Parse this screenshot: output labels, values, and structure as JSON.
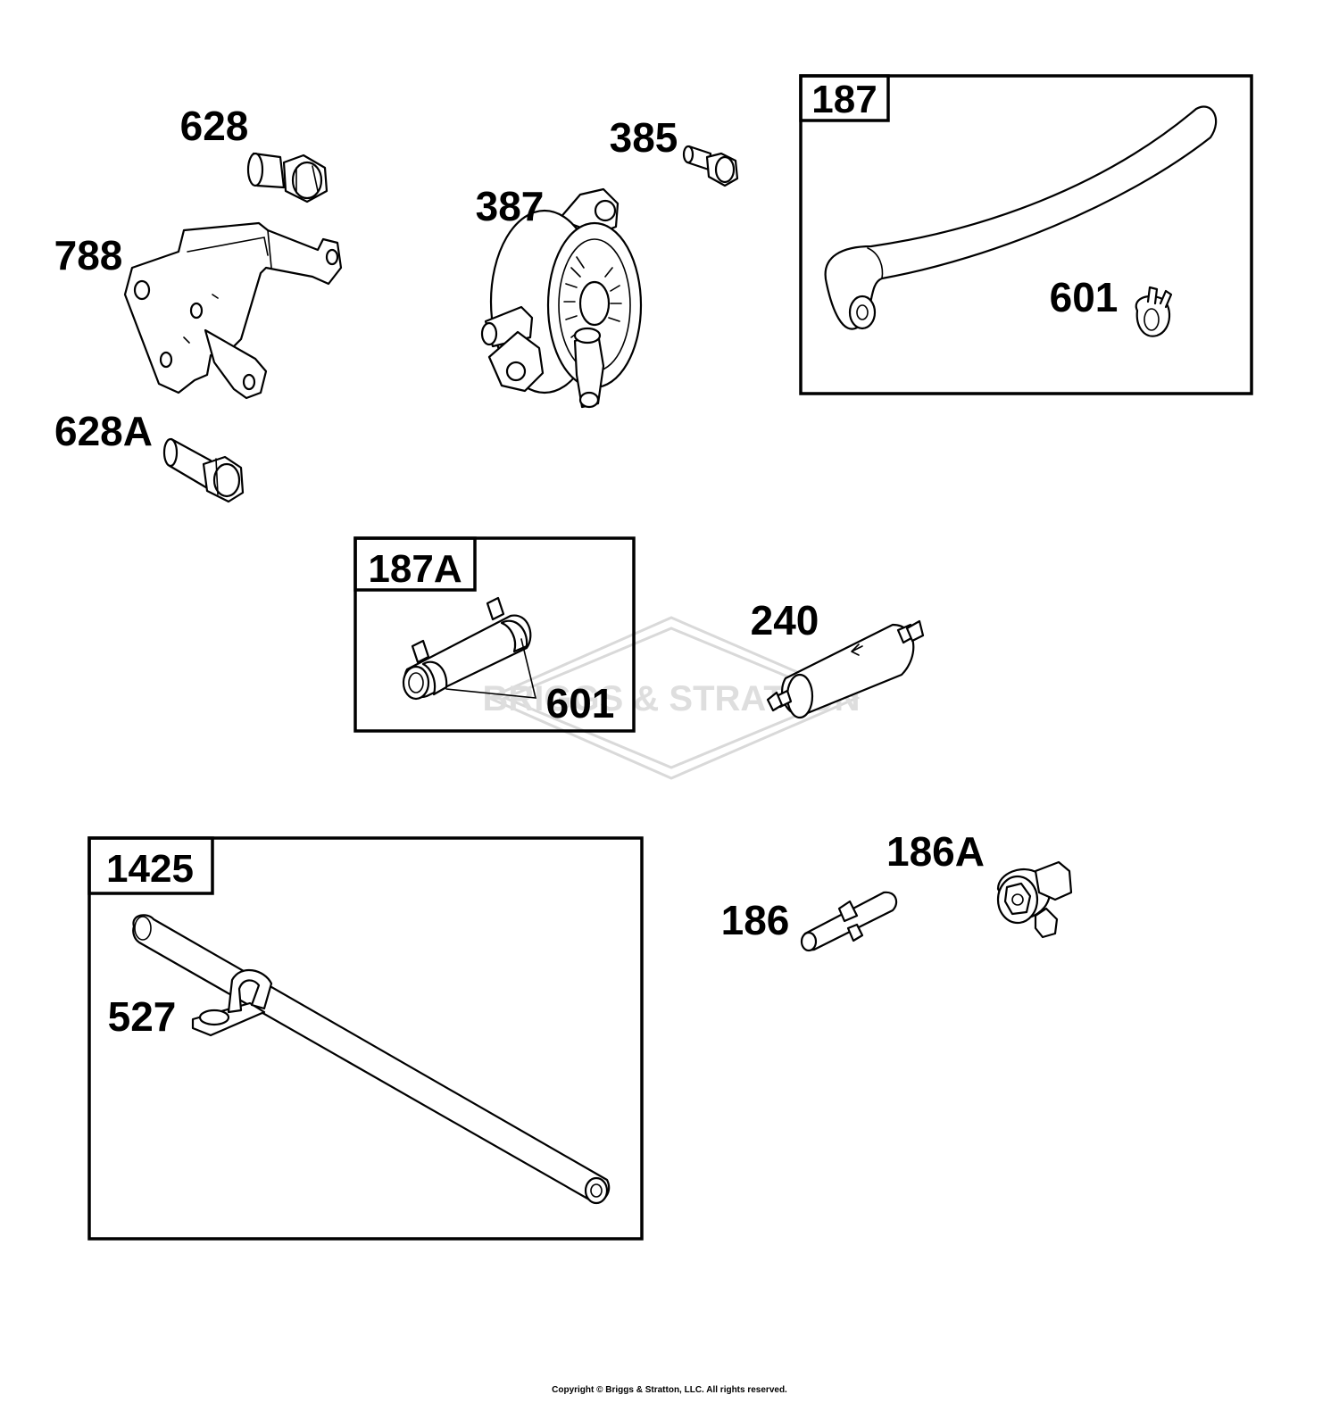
{
  "labels": {
    "p628": "628",
    "p788": "788",
    "p628a": "628A",
    "p385": "385",
    "p387": "387",
    "p187": "187",
    "p601_hose": "601",
    "p187a": "187A",
    "p601_clamps": "601",
    "p240": "240",
    "p1425": "1425",
    "p527": "527",
    "p186a": "186A",
    "p186": "186"
  },
  "watermark": "BRIGGS & STRATTON",
  "copyright": "Copyright © Briggs & Stratton, LLC. All rights reserved."
}
